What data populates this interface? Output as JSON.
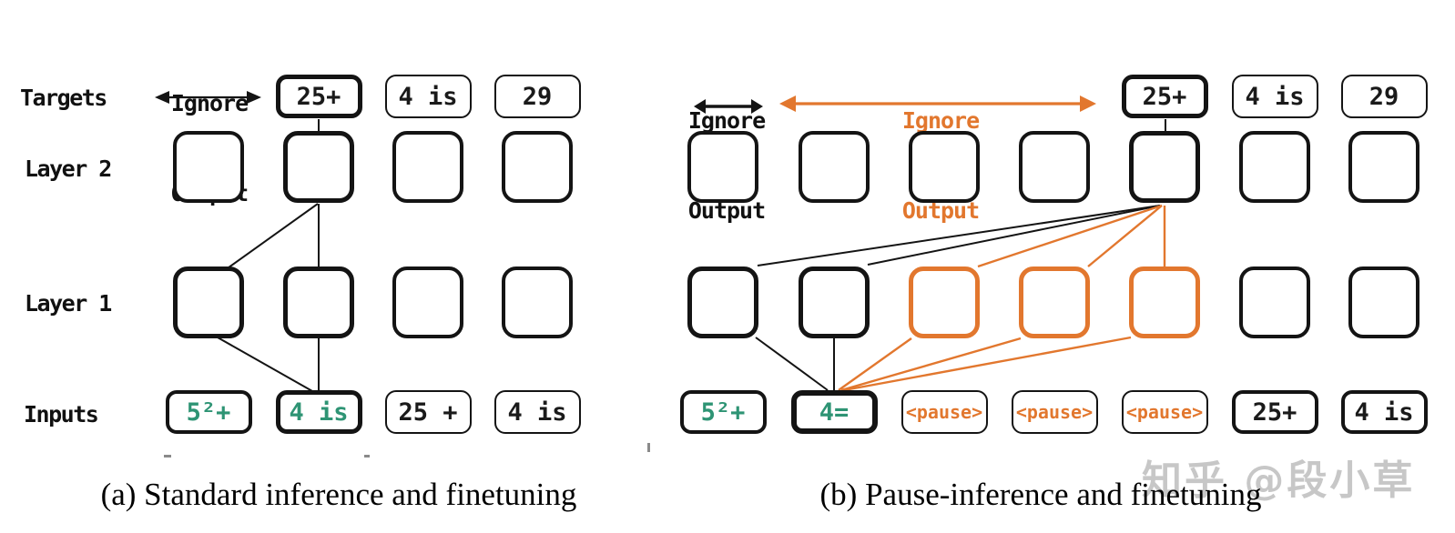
{
  "colors": {
    "orange": "#E2772E",
    "green": "#2E9474",
    "line_black": "#141414",
    "watermark_gray": "#C7C7C7"
  },
  "panel_a": {
    "caption": "(a) Standard inference and finetuning",
    "row_labels": [
      "Targets",
      "Layer 2",
      "Layer 1",
      "Inputs"
    ],
    "ignore_black": [
      "Ignore",
      "Output"
    ],
    "targets": [
      "25+",
      "4 is",
      "29"
    ],
    "inputs": [
      "5²+",
      "4 is",
      "25 +",
      "4 is"
    ]
  },
  "panel_b": {
    "caption": "(b) Pause-inference and finetuning",
    "ignore_black": [
      "Ignore",
      "Output"
    ],
    "ignore_orange": [
      "Ignore",
      "Output"
    ],
    "targets": [
      "25+",
      "4 is",
      "29"
    ],
    "inputs": [
      "5²+",
      "4=",
      "<pause>",
      "<pause>",
      "<pause>",
      "25+",
      "4 is"
    ]
  },
  "watermark": "知乎 @段小草"
}
